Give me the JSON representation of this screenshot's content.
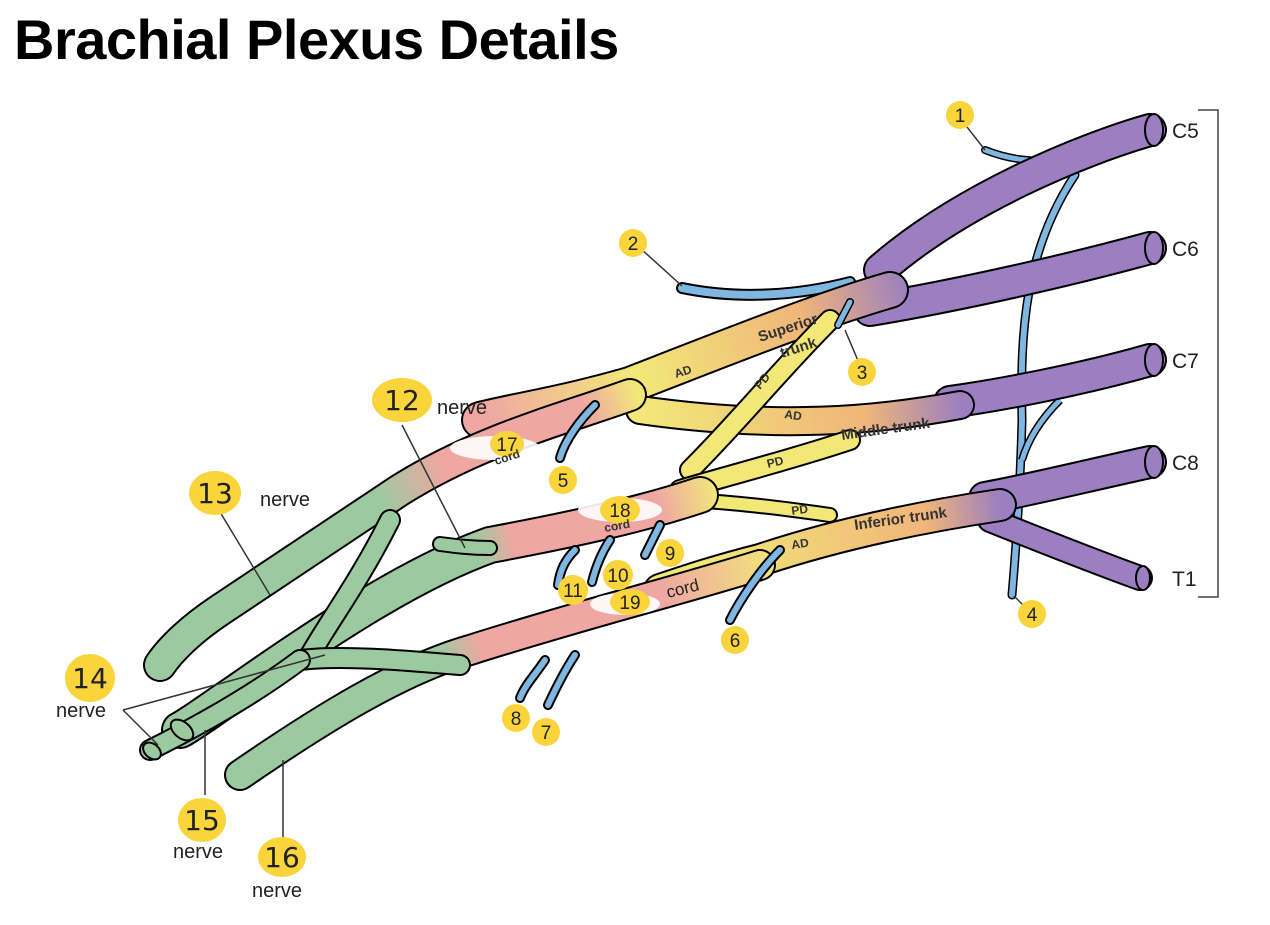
{
  "title": "Brachial Plexus Details",
  "roots": [
    "C5",
    "C6",
    "C7",
    "C8",
    "T1"
  ],
  "trunks": {
    "superior": [
      "Superior",
      "trunk"
    ],
    "middle": "Middle trunk",
    "inferior": "Inferior trunk"
  },
  "divisions": {
    "ad": "AD",
    "pd": "PD"
  },
  "cord_label": "cord",
  "nerve_label": "nerve",
  "markers": [
    "1",
    "2",
    "3",
    "4",
    "5",
    "6",
    "7",
    "8",
    "9",
    "10",
    "11",
    "12",
    "13",
    "14",
    "15",
    "16",
    "17",
    "18",
    "19"
  ],
  "colors": {
    "roots": "#9b7fc0",
    "trunks": "#f2e878",
    "divisions": "#f0b57a",
    "cords": "#eea7a3",
    "branches": "#9ccaa0",
    "small_nerves": "#7fb7e0",
    "highlight": "#f9d43a"
  }
}
